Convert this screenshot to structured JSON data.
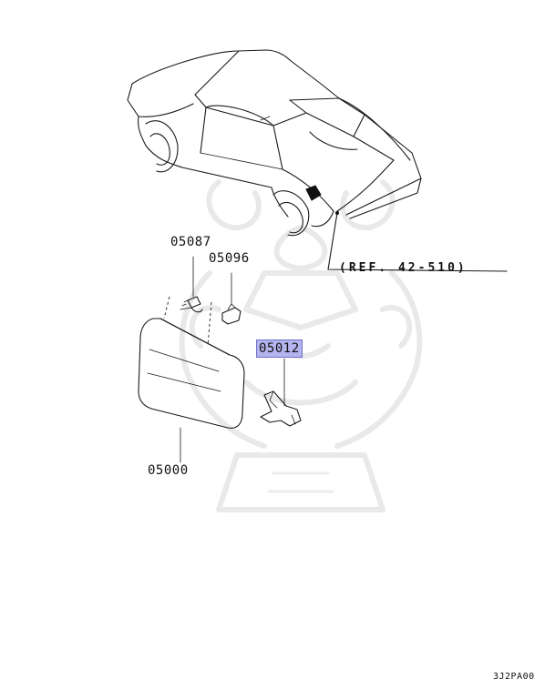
{
  "parts": [
    {
      "id": "p05087",
      "label": "05087",
      "highlighted": false
    },
    {
      "id": "p05096",
      "label": "05096",
      "highlighted": false
    },
    {
      "id": "p05012",
      "label": "05012",
      "highlighted": true
    },
    {
      "id": "p05000",
      "label": "05000",
      "highlighted": false
    }
  ],
  "reference": "(REF. 42-510)",
  "diagram_code": "3J2PA00",
  "colors": {
    "highlight_fill": "#b4b4ee",
    "highlight_border": "#7070c8",
    "line": "#1a1a1a",
    "watermark": "#e9e9e9"
  }
}
